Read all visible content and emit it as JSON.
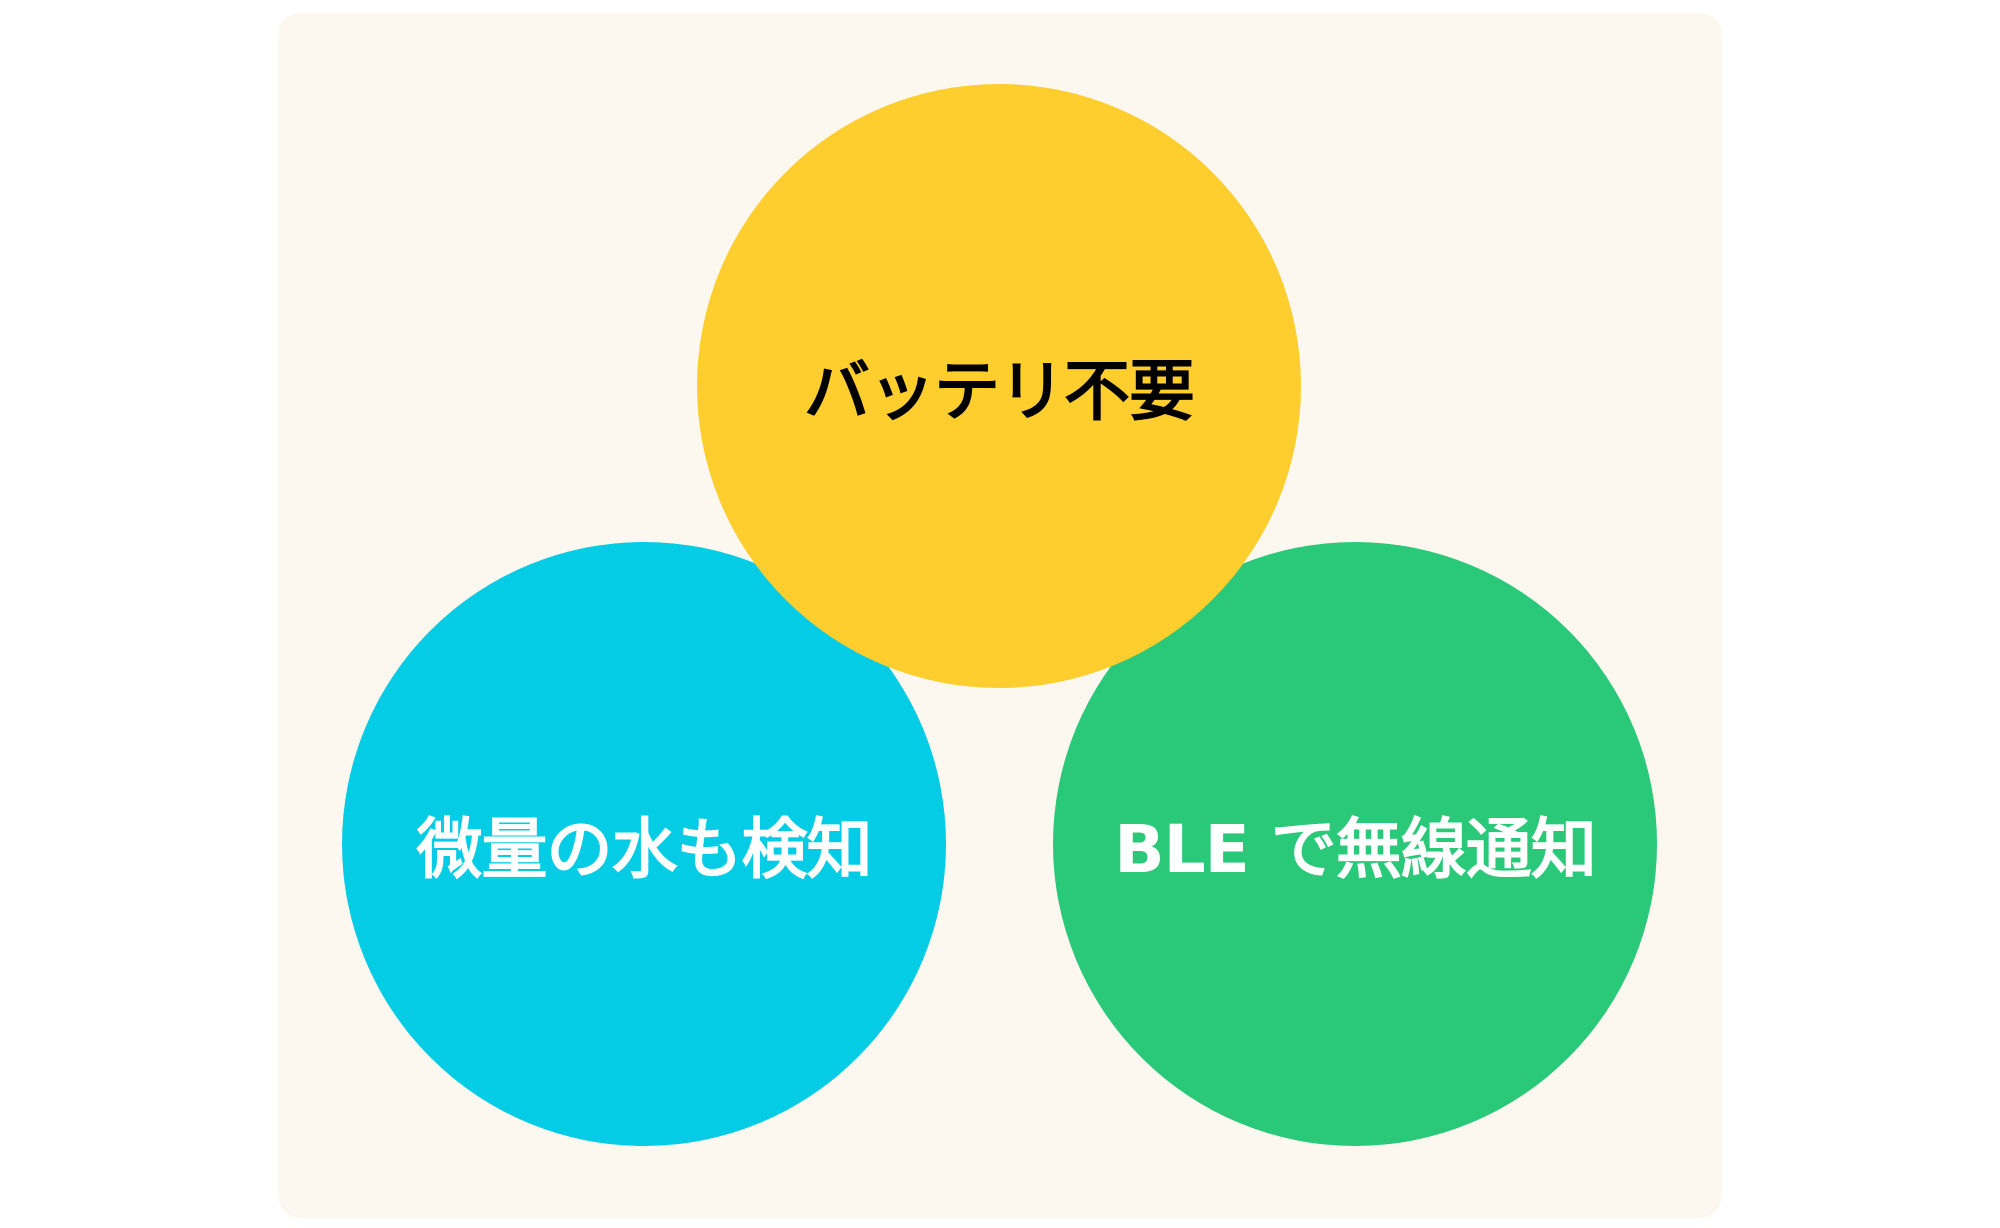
{
  "circles": {
    "top": {
      "label": "バッテリ不要",
      "color": "#fdce2e"
    },
    "left": {
      "label": "微量の水も検知",
      "color": "#05cce5"
    },
    "right": {
      "label": "BLE で無線通知",
      "color": "#2ac879"
    }
  }
}
